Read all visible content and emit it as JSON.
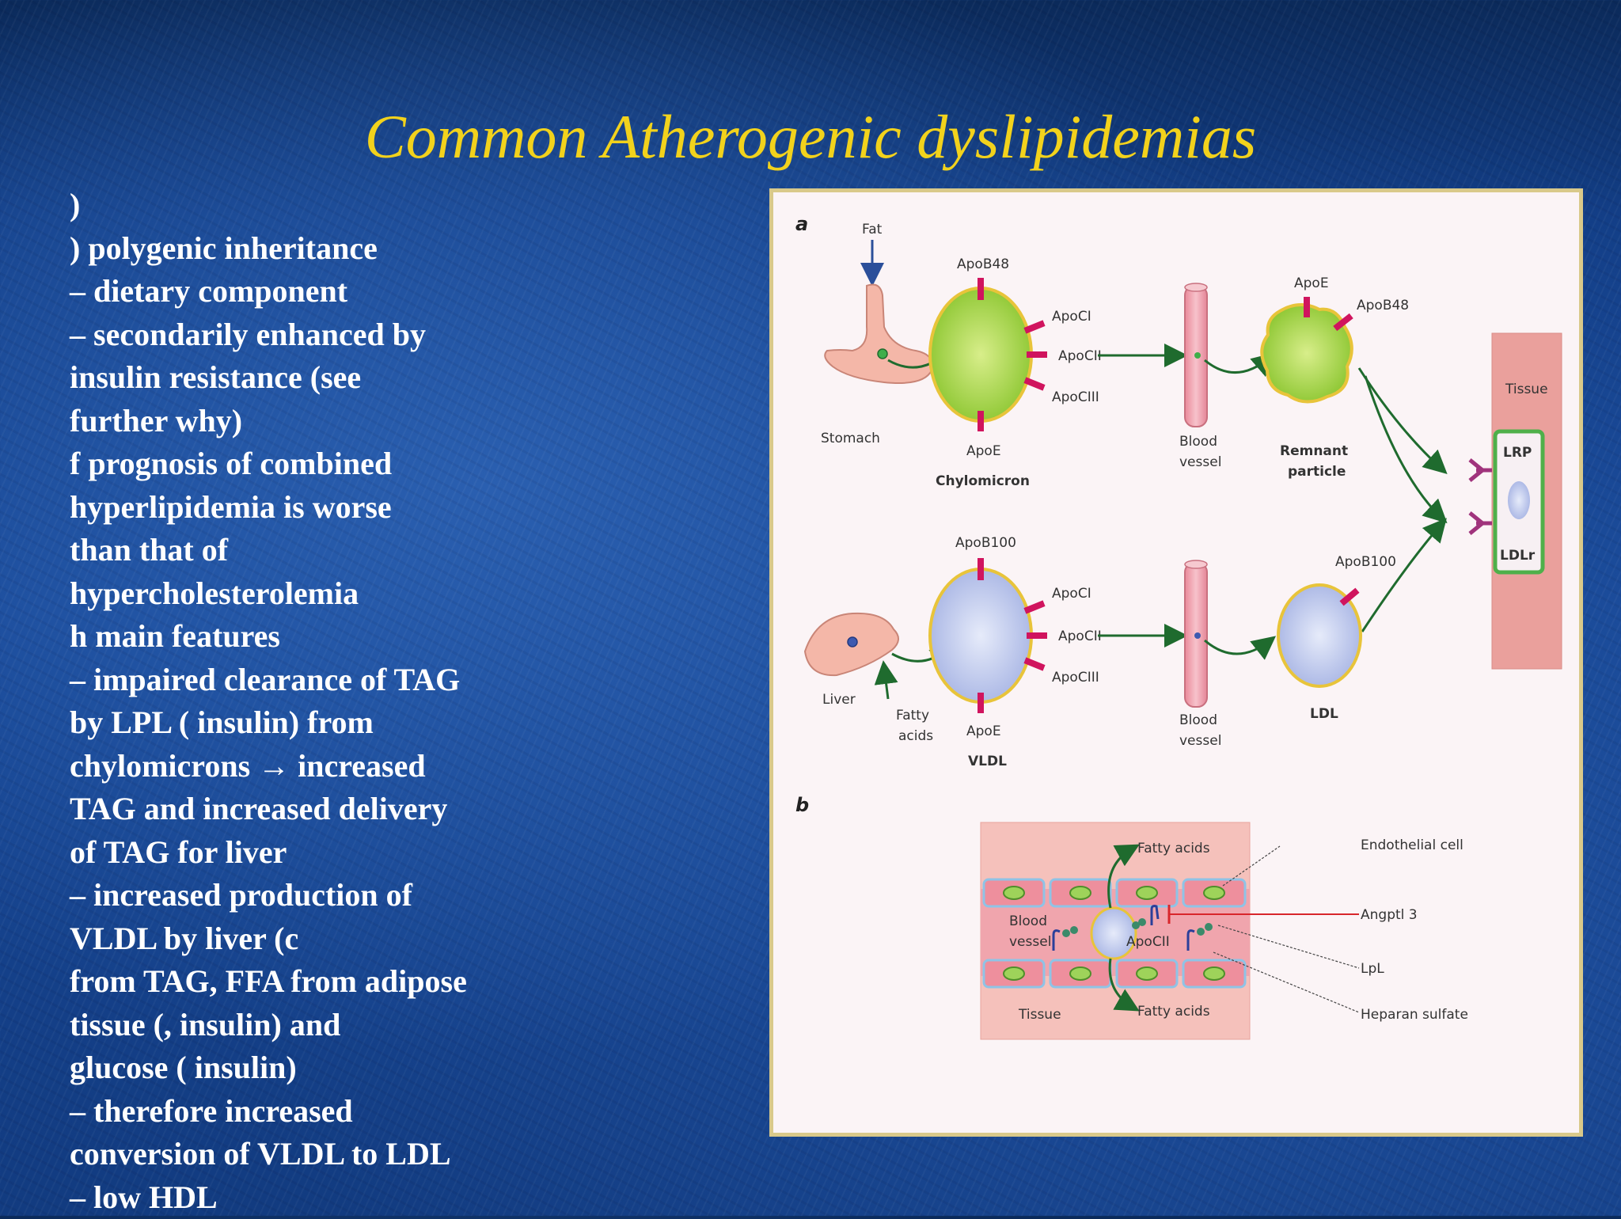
{
  "slide": {
    "title": "Common Atherogenic dyslipidemias",
    "bullets": [
      ")",
      ")  polygenic inheritance",
      "– dietary component",
      "– secondarily enhanced by",
      "insulin resistance (see",
      "further why)",
      "f   prognosis of combined",
      "hyperlipidemia is worse",
      "than that of",
      "hypercholesterolemia",
      "h  main features",
      "– impaired clearance of TAG",
      "by LPL (    insulin) from",
      "chylomicrons → increased",
      "TAG and increased delivery",
      "of TAG for liver",
      "– increased production of",
      "VLDL by liver (c",
      "from TAG, FFA from adipose",
      "tissue (,   insulin) and",
      "glucose (    insulin)",
      "– therefore increased",
      "conversion of VLDL to LDL",
      "– low HDL"
    ]
  },
  "figure": {
    "panel_a": "a",
    "panel_b": "b",
    "fat": "Fat",
    "stomach": "Stomach",
    "apob48": "ApoB48",
    "apoci": "ApoCI",
    "apocii": "ApoCII",
    "apociii": "ApoCIII",
    "apoe": "ApoE",
    "chylomicron": "Chylomicron",
    "blood_vessel_1": "Blood",
    "blood_vessel_2": "vessel",
    "apoe_remnant": "ApoE",
    "apob48_remnant": "ApoB48",
    "remnant_1": "Remnant",
    "remnant_2": "particle",
    "tissue": "Tissue",
    "lrp": "LRP",
    "ldlr": "LDLr",
    "apob100": "ApoB100",
    "liver": "Liver",
    "fatty_acids_1": "Fatty",
    "fatty_acids_2": "acids",
    "vldl": "VLDL",
    "apob100_ldl": "ApoB100",
    "ldl": "LDL",
    "b_fatty_acids": "Fatty acids",
    "b_endothelial": "Endothelial cell",
    "b_blood_1": "Blood",
    "b_blood_2": "vessel",
    "b_apocii": "ApoCII",
    "b_angptl3": "Angptl 3",
    "b_lpl": "LpL",
    "b_tissue": "Tissue",
    "b_heparan": "Heparan sulfate",
    "colors": {
      "title": "#f2d21c",
      "chylomicron": "#9fd03a",
      "vldl": "#b9c4ec",
      "apo": "#d0145e",
      "arrow": "#1f6b2e",
      "vessel": "#f2a9b4",
      "tissue_bar": "#ea9a96",
      "receptor_frame": "#4fb04a"
    }
  }
}
